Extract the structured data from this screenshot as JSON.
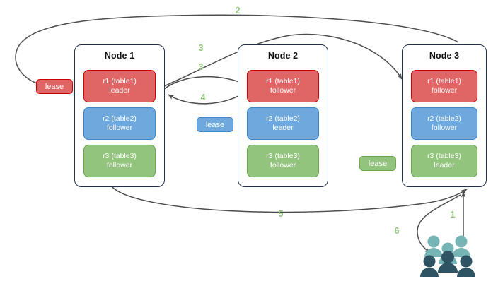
{
  "diagram": {
    "title": "Distributed database lease / replica routing diagram",
    "colors": {
      "replica_red": "#e06666",
      "replica_red_border": "#cc0000",
      "replica_blue": "#6fa8dc",
      "replica_blue_border": "#3d85c6",
      "replica_green": "#93c47d",
      "replica_green_border": "#6aa84f",
      "node_border": "#21314d",
      "arrow": "#4d4d4d",
      "step_label": "#93c47d",
      "users_back": "#76b5b5",
      "users_front": "#2e5464"
    },
    "nodes": [
      {
        "title": "Node 1",
        "replicas": [
          {
            "name": "r1 (table1)",
            "role": "leader",
            "color": "red"
          },
          {
            "name": "r2 (table2)",
            "role": "follower",
            "color": "blue"
          },
          {
            "name": "r3 (table3)",
            "role": "follower",
            "color": "green"
          }
        ]
      },
      {
        "title": "Node 2",
        "replicas": [
          {
            "name": "r1 (table1)",
            "role": "follower",
            "color": "red"
          },
          {
            "name": "r2 (table2)",
            "role": "leader",
            "color": "blue"
          },
          {
            "name": "r3 (table3)",
            "role": "follower",
            "color": "green"
          }
        ]
      },
      {
        "title": "Node 3",
        "replicas": [
          {
            "name": "r1 (table1)",
            "role": "follower",
            "color": "red"
          },
          {
            "name": "r2 (table2)",
            "role": "follower",
            "color": "blue"
          },
          {
            "name": "r3 (table3)",
            "role": "leader",
            "color": "green"
          }
        ]
      }
    ],
    "leases": [
      {
        "label": "lease",
        "color": "red"
      },
      {
        "label": "lease",
        "color": "blue"
      },
      {
        "label": "lease",
        "color": "green"
      }
    ],
    "steps": [
      {
        "id": "1",
        "label": "1"
      },
      {
        "id": "2",
        "label": "2"
      },
      {
        "id": "3a",
        "label": "3"
      },
      {
        "id": "3b",
        "label": "3"
      },
      {
        "id": "4",
        "label": "4"
      },
      {
        "id": "5",
        "label": "5"
      },
      {
        "id": "6",
        "label": "6"
      }
    ],
    "users_icon": "users-icon"
  }
}
